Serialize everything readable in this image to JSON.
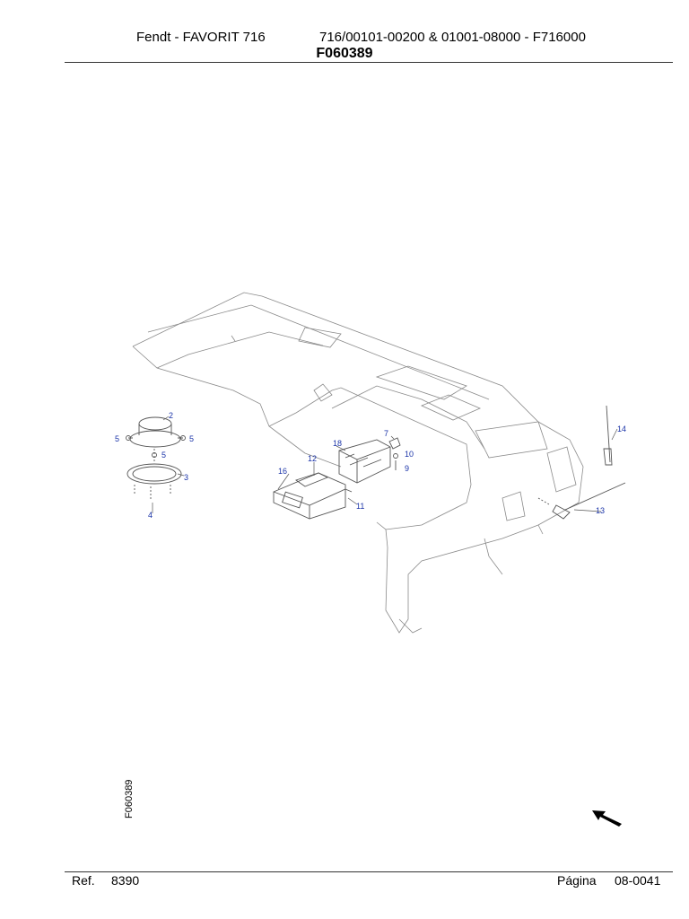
{
  "header": {
    "left": "Fendt - FAVORIT 716",
    "right": "716/00101-00200  & 01001-08000 - F716000",
    "code": "F060389"
  },
  "diagram": {
    "side_code": "F060389",
    "callouts": [
      "2",
      "5",
      "5",
      "5",
      "3",
      "4",
      "7",
      "10",
      "9",
      "18",
      "12",
      "16",
      "11",
      "14",
      "13"
    ],
    "colors": {
      "line": "#6b6b6b",
      "callout": "#1a33a8"
    },
    "icons": [
      "orientation-arrow-icon"
    ]
  },
  "footer": {
    "ref_label": "Ref.",
    "ref_value": "8390",
    "page_label": "Página",
    "page_value": "08-0041"
  }
}
